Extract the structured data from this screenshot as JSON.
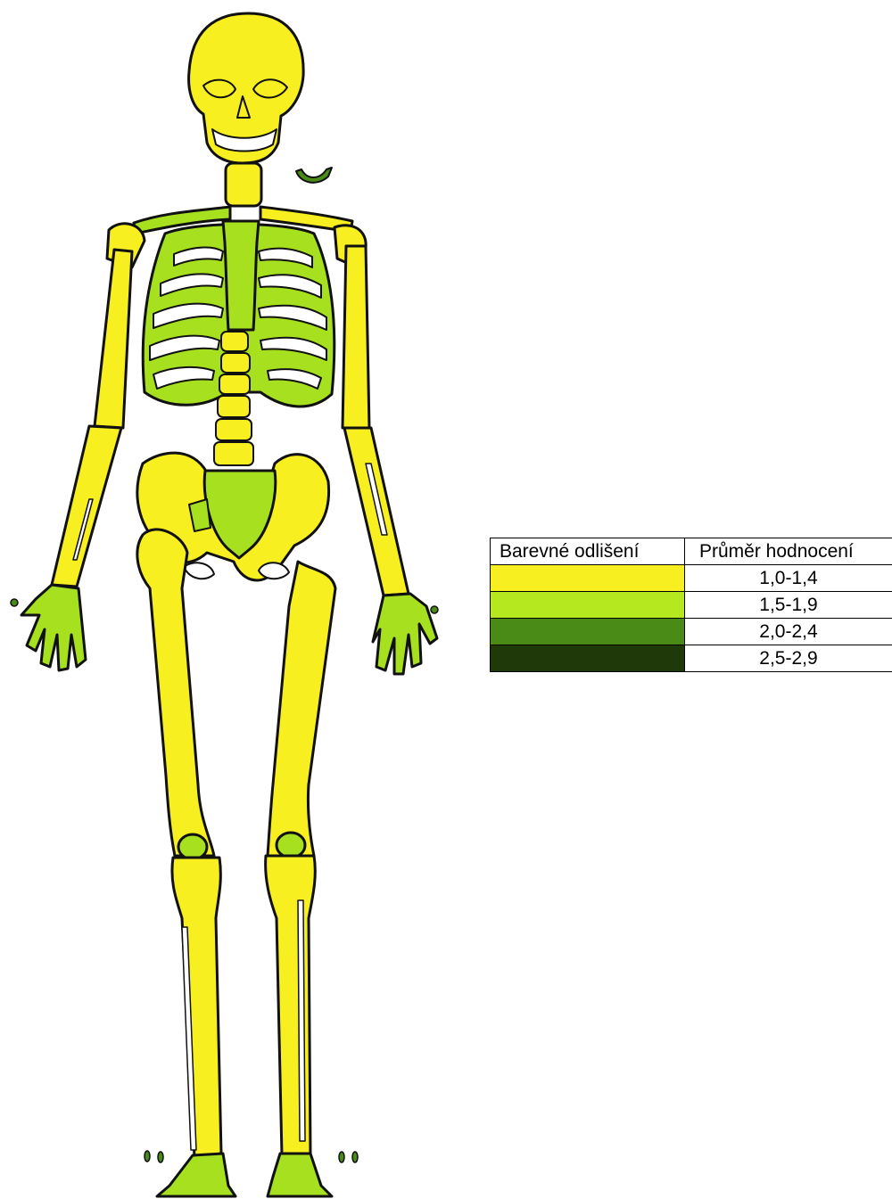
{
  "colors": {
    "yellow": "#f7ef1f",
    "light_green": "#a6e01f",
    "mid_green": "#4a8a16",
    "dark_green": "#1f3a08",
    "outline": "#111111"
  },
  "legend": {
    "header_color": "Barevné odlišení",
    "header_avg": "Průměr hodnocení",
    "rows": [
      {
        "color": "#f7ef1f",
        "label": "1,0-1,4"
      },
      {
        "color": "#b6e81f",
        "label": "1,5-1,9"
      },
      {
        "color": "#4a8a16",
        "label": "2,0-2,4"
      },
      {
        "color": "#1f3a08",
        "label": "2,5-2,9"
      }
    ]
  }
}
